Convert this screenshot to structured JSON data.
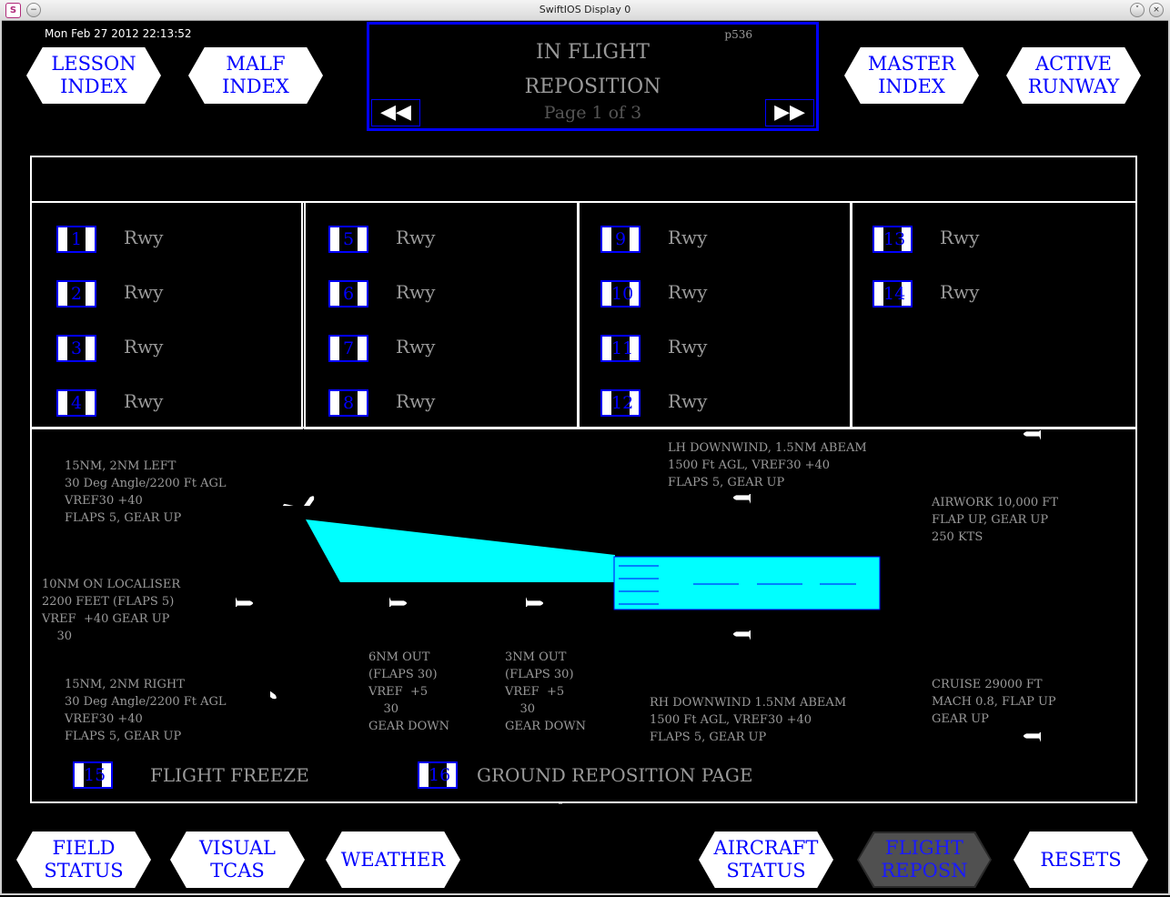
{
  "window": {
    "title": "SwiftIOS Display 0",
    "app_icon": "S"
  },
  "clock": "Mon Feb 27 2012 22:13:52",
  "top_buttons": {
    "lesson_index": "LESSON\nINDEX",
    "malf_index": "MALF\nINDEX",
    "master_index": "MASTER\nINDEX",
    "active_runway": "ACTIVE\nRUNWAY"
  },
  "page_header": {
    "line1": "IN FLIGHT",
    "line2": "REPOSITION",
    "page_id": "p536",
    "page_of": "Page 1 of 3",
    "prev_icon": "◀◀",
    "next_icon": "▶▶"
  },
  "runways": [
    {
      "num": "1",
      "label": "Rwy"
    },
    {
      "num": "2",
      "label": "Rwy"
    },
    {
      "num": "3",
      "label": "Rwy"
    },
    {
      "num": "4",
      "label": "Rwy"
    },
    {
      "num": "5",
      "label": "Rwy"
    },
    {
      "num": "6",
      "label": "Rwy"
    },
    {
      "num": "7",
      "label": "Rwy"
    },
    {
      "num": "8",
      "label": "Rwy"
    },
    {
      "num": "9",
      "label": "Rwy"
    },
    {
      "num": "10",
      "label": "Rwy"
    },
    {
      "num": "11",
      "label": "Rwy"
    },
    {
      "num": "12",
      "label": "Rwy"
    },
    {
      "num": "13",
      "label": "Rwy"
    },
    {
      "num": "14",
      "label": "Rwy"
    }
  ],
  "reposition_labels": {
    "left_15nm": "15NM, 2NM LEFT\n30 Deg Angle/2200 Ft AGL\nVREF30 +40\nFLAPS 5, GEAR UP",
    "localiser_10nm": "10NM ON LOCALISER\n2200 FEET (FLAPS 5)\nVREF  +40 GEAR UP\n    30",
    "right_15nm": "15NM, 2NM RIGHT\n30 Deg Angle/2200 Ft AGL\nVREF30 +40\nFLAPS 5, GEAR UP",
    "out_6nm": "6NM OUT\n(FLAPS 30)\nVREF  +5\n    30\nGEAR DOWN",
    "out_3nm": "3NM OUT\n(FLAPS 30)\nVREF  +5\n    30\nGEAR DOWN",
    "lh_downwind": "LH DOWNWIND, 1.5NM ABEAM\n1500 Ft AGL, VREF30 +40\nFLAPS 5, GEAR UP",
    "rh_downwind": "RH DOWNWIND 1.5NM ABEAM\n1500 Ft AGL, VREF30 +40\nFLAPS 5, GEAR UP",
    "airwork": "AIRWORK 10,000 FT\nFLAP UP, GEAR UP\n250 KTS",
    "cruise": "CRUISE 29000 FT\nMACH 0.8, FLAP UP\nGEAR UP"
  },
  "freeze": {
    "num": "15",
    "label": "FLIGHT FREEZE"
  },
  "ground": {
    "num": "16",
    "label": "GROUND REPOSITION PAGE"
  },
  "bottom_buttons": {
    "field_status": "FIELD\nSTATUS",
    "visual_tcas": "VISUAL\nTCAS",
    "weather": "WEATHER",
    "aircraft_status": "AIRCRAFT\nSTATUS",
    "flight_reposn": "FLIGHT\nREPOSN",
    "resets": "RESETS"
  },
  "colors": {
    "accent": "#0000ff",
    "runway": "#00ffff",
    "text_dim": "#9a9a9a",
    "active_btn": "#505050"
  },
  "icons": {
    "plane": "airplane-icon"
  }
}
